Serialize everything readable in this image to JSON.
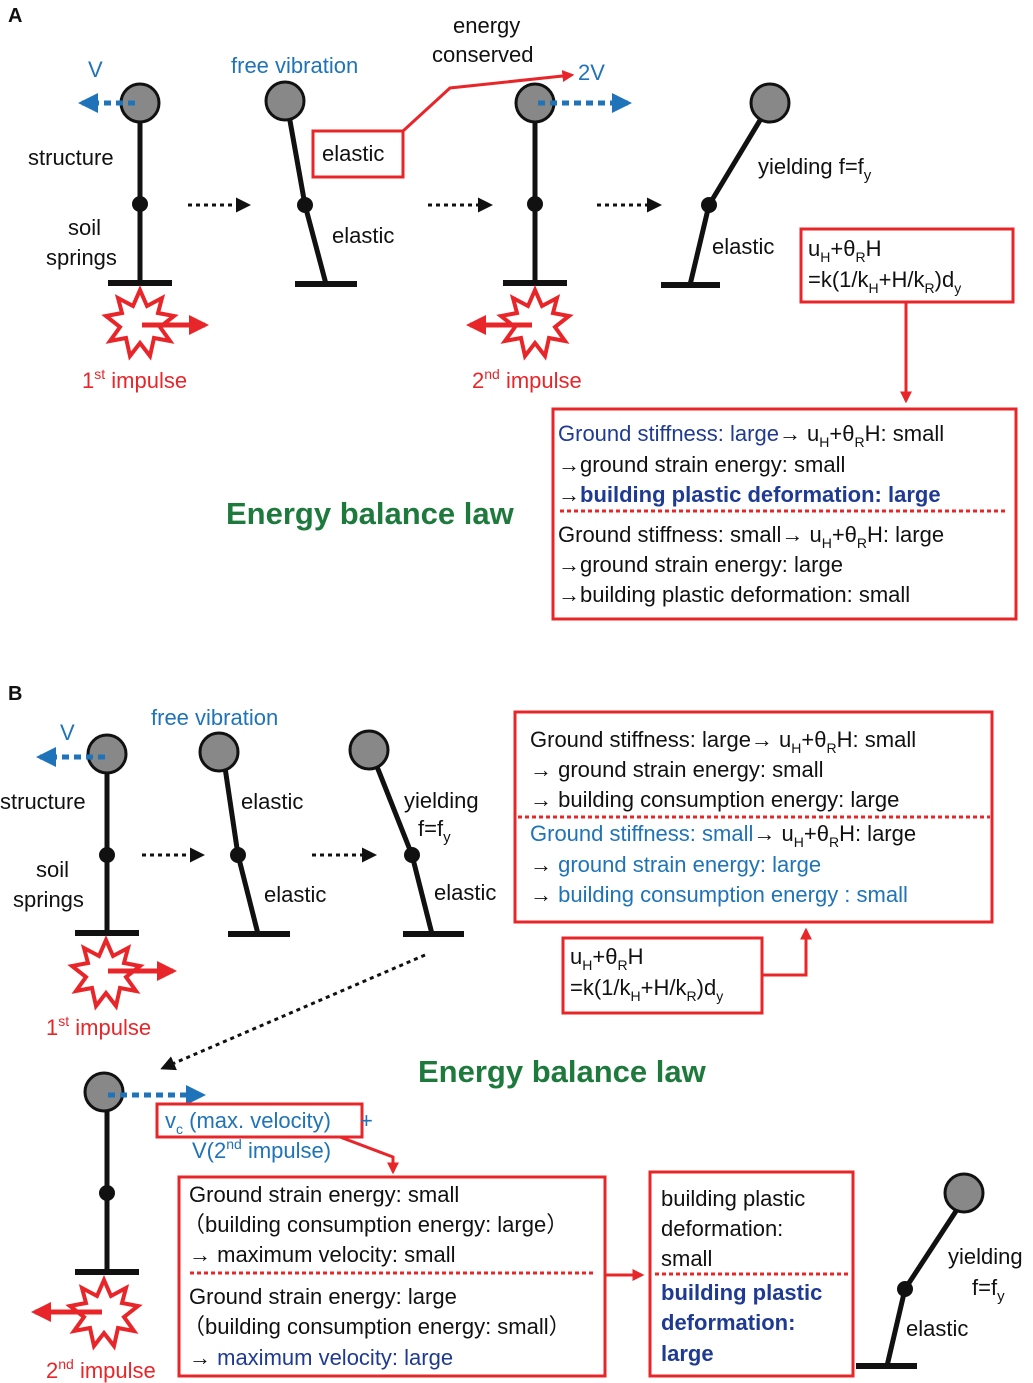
{
  "colors": {
    "red": "#e8262a",
    "blue": "#1f73b8",
    "navy": "#1f3a93",
    "green": "#1e7a3c",
    "ink": "#111111",
    "mass_fill": "#888888"
  },
  "panel_a": {
    "label": "A",
    "v_label": "V",
    "free_vibration": "free vibration",
    "energy_conserved_line1": "energy",
    "energy_conserved_line2": "conserved",
    "two_v": "2V",
    "structure": "structure",
    "soil_line1": "soil",
    "soil_line2": "springs",
    "elastic_box": "elastic",
    "elastic_2": "elastic",
    "elastic_4": "elastic",
    "yielding": "yielding f=f",
    "yielding_sub": "y",
    "impulse1_num": "1",
    "impulse1_sup": "st",
    "impulse1_word": " impulse",
    "impulse2_num": "2",
    "impulse2_sup": "nd",
    "impulse2_word": " impulse",
    "formula_line1": "u",
    "formula_sub_h": "H",
    "formula_plus_theta": "+θ",
    "formula_sub_r": "R",
    "formula_h": "H",
    "formula_line2_a": "=k(1/k",
    "formula_line2_b": "+H/k",
    "formula_line2_c": ")d",
    "formula_line2_d": "y",
    "law": "Energy balance law",
    "box1_a": "Ground stiffness: large",
    "box1_a_arrow": "→ u",
    "box1_a_h": "H",
    "box1_a_theta": "+θ",
    "box1_a_r": "R",
    "box1_a_end": "H: small",
    "box1_b": "→ground strain energy: small",
    "box1_c_arrow": "→",
    "box1_c": "building plastic deformation: large",
    "box1_d": "Ground stiffness: small→ u",
    "box1_d_h": "H",
    "box1_d_theta": "+θ",
    "box1_d_r": "R",
    "box1_d_end": "H: large",
    "box1_e": "→ground strain energy: large",
    "box1_f": "→building plastic deformation: small"
  },
  "panel_b": {
    "label": "B",
    "v_label": "V",
    "free_vibration": "free vibration",
    "structure": "structure",
    "soil_line1": "soil",
    "soil_line2": "springs",
    "elastic_upper_2": "elastic",
    "elastic_lower_2": "elastic",
    "yielding_line1": "yielding",
    "yielding_line2": "f=f",
    "yielding_sub": "y",
    "elastic_3": "elastic",
    "impulse1_num": "1",
    "impulse1_sup": "st",
    "impulse1_word": " impulse",
    "impulse2_num": "2",
    "impulse2_sup": "nd",
    "impulse2_word": " impulse",
    "box_top_a": "Ground stiffness: large→ u",
    "box_top_a_h": "H",
    "box_top_a_theta": "+θ",
    "box_top_a_r": "R",
    "box_top_a_end": "H: small",
    "box_top_b": "→ ground strain energy: small",
    "box_top_c": "→ building consumption energy: large",
    "box_top_d": "Ground stiffness: small",
    "box_top_d_rest": "→ u",
    "box_top_d_h": "H",
    "box_top_d_theta": "+θ",
    "box_top_d_r": "R",
    "box_top_d_end": "H: large",
    "box_top_e_arrow": "→ ",
    "box_top_e": "ground strain energy: large",
    "box_top_f_arrow": "→ ",
    "box_top_f": "building consumption energy : small",
    "formula_line1": "u",
    "formula_sub_h": "H",
    "formula_plus_theta": "+θ",
    "formula_sub_r": "R",
    "formula_h": "H",
    "formula_line2_a": "=k(1/k",
    "formula_line2_b": "+H/k",
    "formula_line2_c": ")d",
    "formula_line2_d": "y",
    "law": "Energy balance law",
    "vc_label": "v",
    "vc_sub": "c",
    "vc_rest": " (max. velocity)",
    "vc_plus": " +",
    "v2_line_a": "V(2",
    "v2_sup": "nd",
    "v2_line_b": " impulse)",
    "box_mid_a": "Ground strain energy: small",
    "box_mid_b": "（building consumption energy: large）",
    "box_mid_c": "→ maximum velocity: small",
    "box_mid_d": "Ground strain energy: large",
    "box_mid_e": "（building consumption energy: small）",
    "box_mid_f_arrow": "→ ",
    "box_mid_f": "maximum velocity: large",
    "box_right_a": "building plastic",
    "box_right_b": "deformation:",
    "box_right_c": "small",
    "box_right_d": "building plastic",
    "box_right_e": "deformation:",
    "box_right_f": "large",
    "yielding_right_line1": "yielding",
    "yielding_right_line2": "f=f",
    "yielding_right_sub": "y",
    "elastic_right": "elastic"
  }
}
